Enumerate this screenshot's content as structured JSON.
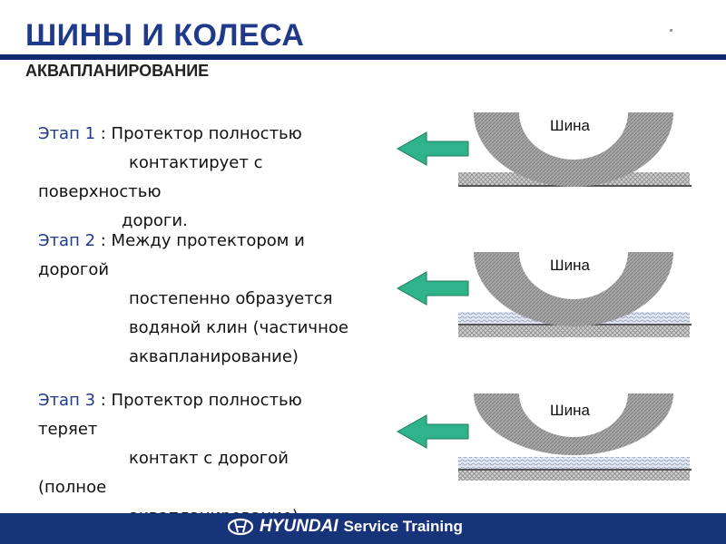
{
  "header": {
    "title": "ШИНЫ И КОЛЕСА",
    "subtitle": "АКВАПЛАНИРОВАНИЕ"
  },
  "stages": [
    {
      "label": "Этап 1",
      "text_lines": [
        ": Протектор полностью",
        "контактирует с",
        "поверхностью",
        "дороги."
      ],
      "tire_label": "Шина",
      "water_level": 0
    },
    {
      "label": "Этап 2",
      "text_lines": [
        ": Между протектором и",
        "дорогой",
        "постепенно образуется",
        "водяной клин (частичное",
        "аквапланирование)"
      ],
      "tire_label": "Шина",
      "water_level": 0.5
    },
    {
      "label": "Этап 3",
      "text_lines": [
        ": Протектор полностью",
        "теряет",
        "контакт с дорогой",
        "(полное",
        "аквапланирование)"
      ],
      "tire_label": "Шина",
      "water_level": 1
    }
  ],
  "footer": {
    "brand": "HYUNDAI",
    "text": "Service Training"
  },
  "colors": {
    "title": "#1f3a8a",
    "bar": "#17337a",
    "arrow": "#2fb38a",
    "tire": "#9a9a9a"
  }
}
